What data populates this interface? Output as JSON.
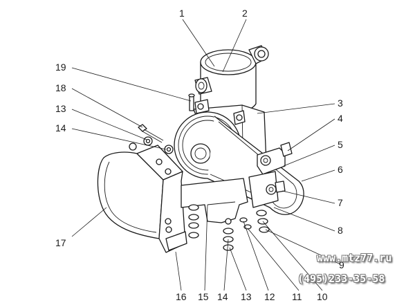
{
  "diagram": {
    "labels": [
      "1",
      "2",
      "3",
      "4",
      "5",
      "6",
      "7",
      "8",
      "9",
      "10",
      "11",
      "12",
      "13",
      "14",
      "15",
      "16",
      "17",
      "18",
      "19"
    ]
  },
  "watermark": {
    "site": "www.mtz77.ru",
    "phone": "(495)233-35-58"
  }
}
